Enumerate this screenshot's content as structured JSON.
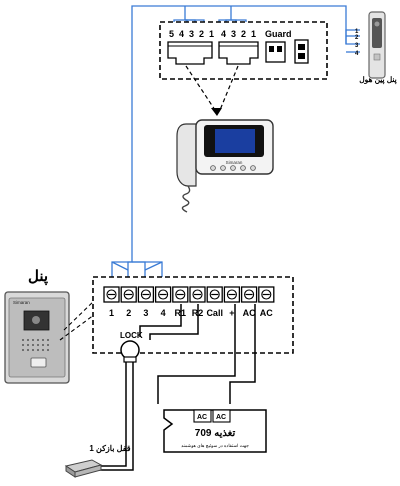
{
  "monitor_terminal_block": {
    "group_a_pins": [
      "5",
      "4",
      "3",
      "2",
      "1"
    ],
    "group_b_pins": [
      "4",
      "3",
      "2",
      "1"
    ],
    "guard_label": "Guard"
  },
  "door_station_right": {
    "label": "پنل پین هول",
    "pins": [
      "1",
      "2",
      "3",
      "4"
    ]
  },
  "door_panel_left": {
    "label": "پنل",
    "brand": "Simaran"
  },
  "panel_terminal_block": {
    "labels": [
      "1",
      "2",
      "3",
      "4",
      "R1",
      "R2",
      "Call",
      "+",
      "AC",
      "AC"
    ]
  },
  "lock": {
    "label": "LOCK",
    "caption": "قفل بازکن 1"
  },
  "power_supply": {
    "terminals": [
      "AC",
      "AC"
    ],
    "title": "تغذیه 709",
    "subtitle": "جهت استفاده در سوئیچ های هوشمند"
  },
  "monitor": {
    "brand": "Simaran"
  },
  "colors": {
    "wire": "#3a7bd5",
    "outline": "#000000",
    "screen": "#1a3ea0"
  }
}
